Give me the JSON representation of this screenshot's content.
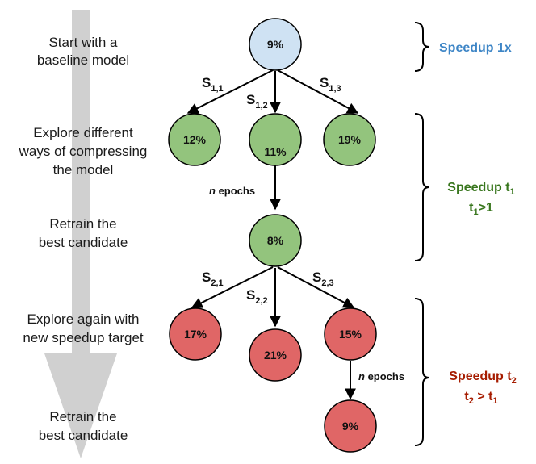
{
  "steps": [
    {
      "line1": "Start with a",
      "line2": "baseline model"
    },
    {
      "line1": "Explore different",
      "line2": "ways of compressing",
      "line3": "the model"
    },
    {
      "line1": "Retrain the",
      "line2": "best candidate"
    },
    {
      "line1": "Explore again with",
      "line2": "new speedup target"
    },
    {
      "line1": "Retrain the",
      "line2": "best candidate"
    }
  ],
  "nodes": {
    "root": "9%",
    "level1": [
      "12%",
      "11%",
      "19%"
    ],
    "retrained1": "8%",
    "level2": [
      "17%",
      "21%",
      "15%"
    ],
    "retrained2": "9%"
  },
  "edges": {
    "s11": {
      "base": "S",
      "sub": "1,1"
    },
    "s12": {
      "base": "S",
      "sub": "1,2"
    },
    "s13": {
      "base": "S",
      "sub": "1,3"
    },
    "s21": {
      "base": "S",
      "sub": "2,1"
    },
    "s22": {
      "base": "S",
      "sub": "2,2"
    },
    "s23": {
      "base": "S",
      "sub": "2,3"
    },
    "epochs_var": "n",
    "epochs_word": " epochs"
  },
  "speedups": {
    "s1": {
      "text": "Speedup 1x"
    },
    "s2": {
      "line1_base": "Speedup t",
      "line1_sub": "1",
      "line2_base": "t",
      "line2_sub": "1",
      "line2_rest": ">1"
    },
    "s3": {
      "line1_base": "Speedup t",
      "line1_sub": "2",
      "line2_base": "t",
      "line2_sub": "2",
      "line2_mid": " > t",
      "line2_sub2": "1"
    }
  },
  "colors": {
    "blue_fill": "#cfe2f3",
    "green_fill": "#93c47d",
    "red_fill": "#e06666",
    "blue_text": "#3d85c6",
    "green_text": "#38761d",
    "red_text": "#a61c00",
    "arrow_gray": "#d0d0d0"
  }
}
